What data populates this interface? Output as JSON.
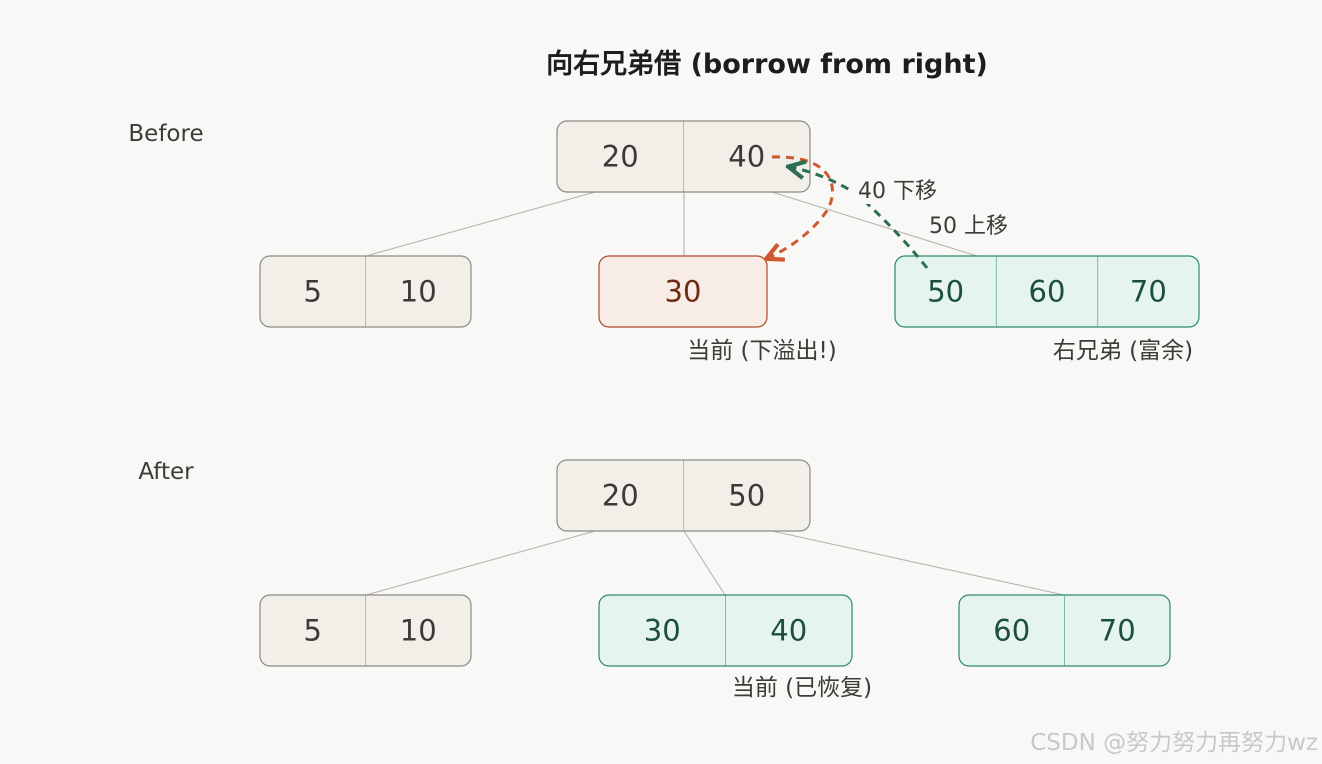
{
  "title": "向右兄弟借 (borrow from right)",
  "colors": {
    "background": "#f8f8f6",
    "node_neutral_fill": "#f2efe9",
    "node_neutral_stroke": "#8c8a84",
    "node_underflow_fill": "#f8ece6",
    "node_underflow_stroke": "#b2482a",
    "node_underflow_text": "#6e2a14",
    "node_ok_fill": "#e5f4ee",
    "node_ok_stroke": "#2f8a67",
    "node_ok_text": "#1d4f3d",
    "arrow_down": "#d0572e",
    "arrow_up": "#2c6e52",
    "edge": "#b5b3ad"
  },
  "before": {
    "label": "Before",
    "root": {
      "keys": [
        "20",
        "40"
      ],
      "state": "neutral"
    },
    "children": [
      {
        "keys": [
          "5",
          "10"
        ],
        "state": "neutral",
        "caption": ""
      },
      {
        "keys": [
          "30"
        ],
        "state": "underflow",
        "caption": "当前 (下溢出!)"
      },
      {
        "keys": [
          "50",
          "60",
          "70"
        ],
        "state": "ok",
        "caption": "右兄弟 (富余)"
      }
    ],
    "arrows": [
      {
        "label": "40 下移",
        "direction": "down"
      },
      {
        "label": "50 上移",
        "direction": "up"
      }
    ]
  },
  "after": {
    "label": "After",
    "root": {
      "keys": [
        "20",
        "50"
      ],
      "state": "neutral"
    },
    "children": [
      {
        "keys": [
          "5",
          "10"
        ],
        "state": "neutral",
        "caption": ""
      },
      {
        "keys": [
          "30",
          "40"
        ],
        "state": "ok",
        "caption": "当前 (已恢复)"
      },
      {
        "keys": [
          "60",
          "70"
        ],
        "state": "ok",
        "caption": ""
      }
    ]
  },
  "watermark": "CSDN @努力努力再努力wz"
}
